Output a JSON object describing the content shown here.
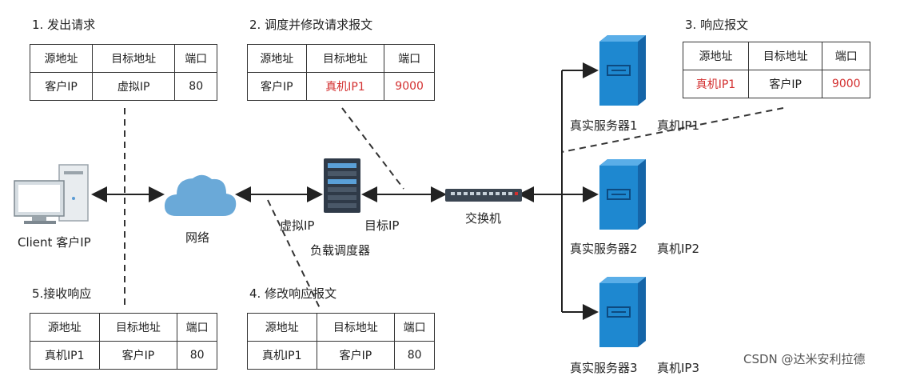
{
  "steps": {
    "s1": {
      "title": "1. 发出请求",
      "header": [
        "源地址",
        "目标地址",
        "端口"
      ],
      "row": [
        "客户IP",
        "虚拟IP",
        "80"
      ]
    },
    "s2": {
      "title": "2. 调度并修改请求报文",
      "header": [
        "源地址",
        "目标地址",
        "端口"
      ],
      "row": [
        "客户IP",
        "真机IP1",
        "9000"
      ]
    },
    "s3": {
      "title": "3. 响应报文",
      "header": [
        "源地址",
        "目标地址",
        "端口"
      ],
      "row": [
        "真机IP1",
        "客户IP",
        "9000"
      ]
    },
    "s4": {
      "title": "4. 修改响应报文",
      "header": [
        "源地址",
        "目标地址",
        "端口"
      ],
      "row": [
        "真机IP1",
        "客户IP",
        "80"
      ]
    },
    "s5": {
      "title": "5.接收响应",
      "header": [
        "源地址",
        "目标地址",
        "端口"
      ],
      "row": [
        "真机IP1",
        "客户IP",
        "80"
      ]
    }
  },
  "nodes": {
    "client": "Client 客户IP",
    "network": "网络",
    "virtual_ip": "虚拟IP",
    "target_ip": "目标IP",
    "balancer": "负载调度器",
    "switch": "交换机",
    "server1": "真实服务器1",
    "server1_ip": "真机IP1",
    "server2": "真实服务器2",
    "server2_ip": "真机IP2",
    "server3": "真实服务器3",
    "server3_ip": "真机IP3"
  },
  "watermark": "CSDN @达米安利拉德",
  "colors": {
    "server_blue": "#1e88d0",
    "cloud_blue": "#6aa9d8",
    "highlight_red": "#d32f2f"
  }
}
